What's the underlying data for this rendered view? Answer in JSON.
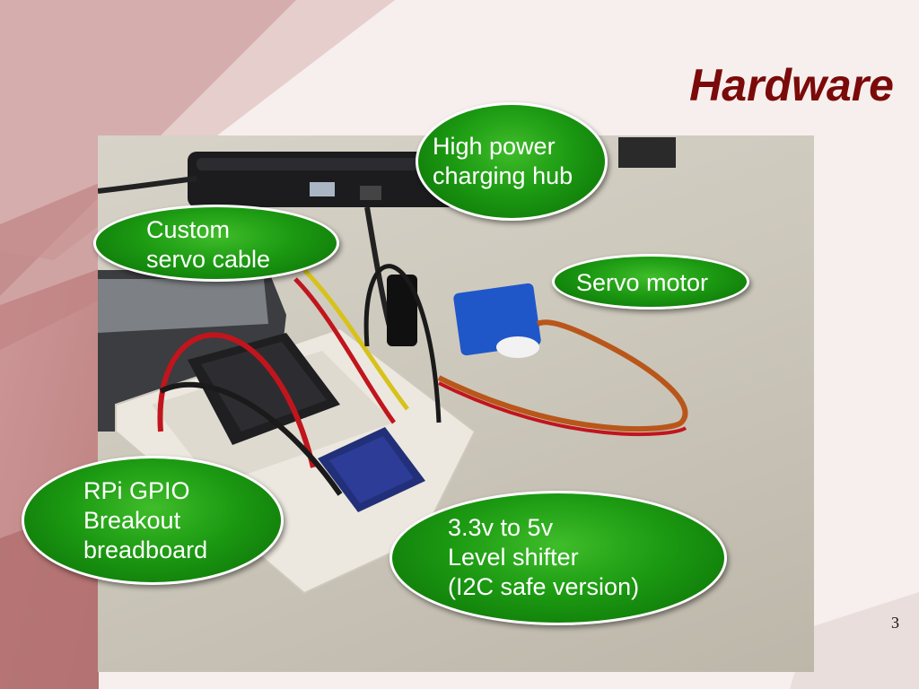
{
  "slide": {
    "title": "Hardware",
    "page_number": "3"
  },
  "callouts": {
    "charging_hub": "High power\ncharging hub",
    "servo_cable": "Custom\nservo cable",
    "servo_motor": "Servo motor",
    "gpio_breakout": "RPi GPIO\nBreakout\nbreadboard",
    "level_shifter": "3.3v to 5v\nLevel shifter\n(I2C safe version)"
  },
  "colors": {
    "title": "#7b0a0a",
    "callout_fill": "#1c9a12",
    "callout_border": "#ffffff",
    "background_band": "#c58a8a"
  }
}
